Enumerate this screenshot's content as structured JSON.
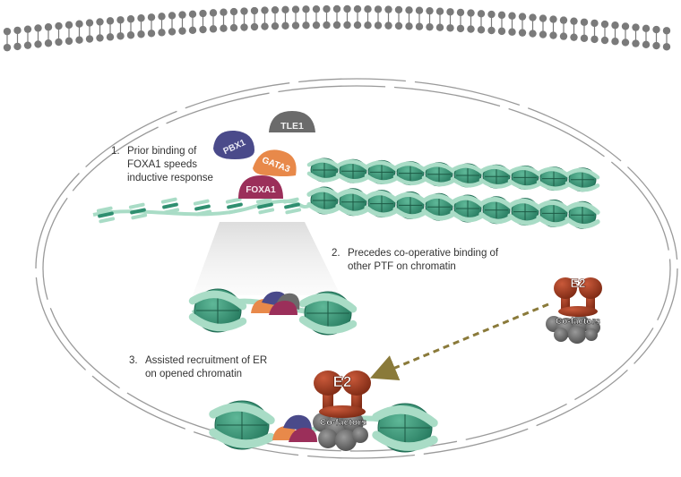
{
  "steps": [
    {
      "number": "1.",
      "line1": "Prior binding of",
      "line2": "FOXA1 speeds",
      "line3": "inductive response"
    },
    {
      "number": "2.",
      "line1": "Precedes co-operative binding of",
      "line2": "other PTF on chromatin"
    },
    {
      "number": "3.",
      "line1": "Assisted recruitment of ER",
      "line2": "on opened chromatin"
    }
  ],
  "factors": {
    "pbx1": "PBX1",
    "tle1": "TLE1",
    "gata3": "GATA3",
    "foxa1": "FOXA1",
    "e2": "E2",
    "cofactors": "Co-factors"
  },
  "colors": {
    "membrane": "#7a7a7a",
    "nucleosome_dark": "#2f8f70",
    "nucleosome_light": "#a9dcc6",
    "pbx1": "#4a4a8a",
    "tle1": "#6b6b6b",
    "gata3": "#e8894a",
    "foxa1": "#9b2f5a",
    "receptor": "#a8391f",
    "arrow": "#8a7a3a"
  }
}
